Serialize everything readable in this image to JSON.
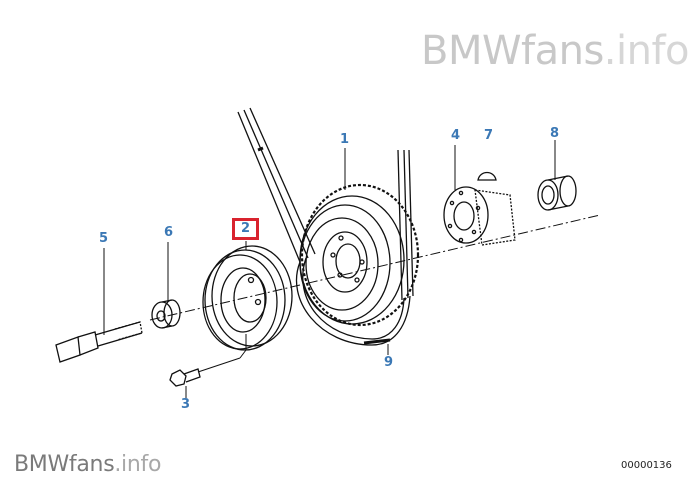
{
  "watermark": {
    "top": {
      "brand": "BMWfans",
      "suffix": ".info"
    },
    "bottom": {
      "brand": "BMWfans",
      "suffix": ".info"
    }
  },
  "document_number": "00000136",
  "colors": {
    "callout": "#3b78b5",
    "selected_box": "#d9232e",
    "line": "#111111"
  },
  "callouts": [
    {
      "number": "1",
      "part": "vibration-damper"
    },
    {
      "number": "2",
      "part": "belt-pulley",
      "selected": true
    },
    {
      "number": "3",
      "part": "hex-bolt"
    },
    {
      "number": "4",
      "part": "timing-gear-hub"
    },
    {
      "number": "5",
      "part": "center-bolt"
    },
    {
      "number": "6",
      "part": "washer"
    },
    {
      "number": "7",
      "part": "woodruff-key"
    },
    {
      "number": "8",
      "part": "spacer-sleeve"
    },
    {
      "number": "9",
      "part": "v-belt"
    }
  ]
}
